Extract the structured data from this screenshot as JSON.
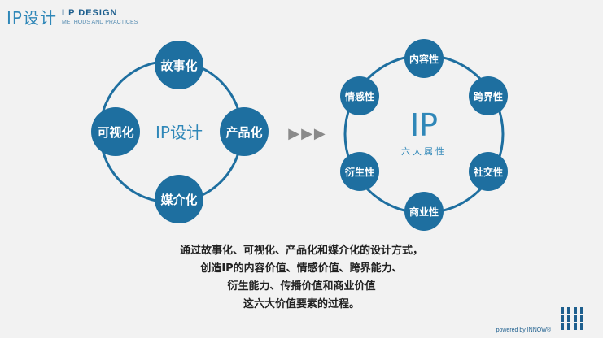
{
  "header": {
    "logo_mark": "IP设计",
    "title": "I P DESIGN",
    "subtitle": "METHODS AND PRACTICES"
  },
  "left_diagram": {
    "center": "IP设计",
    "nodes": [
      "故事化",
      "产品化",
      "媒介化",
      "可视化"
    ]
  },
  "arrows": "▶▶▶",
  "right_diagram": {
    "center_title": "IP",
    "center_sub": "六大属性",
    "nodes": [
      "内容性",
      "跨界性",
      "社交性",
      "商业性",
      "衍生性",
      "情感性"
    ]
  },
  "caption": [
    "通过故事化、可视化、产品化和媒介化的设计方式，",
    "创造IP的内容价值、情感价值、跨界能力、",
    "衍生能力、传播价值和商业价值",
    "这六大价值要素的过程。"
  ],
  "footer": {
    "text": "powered by INNOW®"
  },
  "colors": {
    "node": "#1e6fa0",
    "ring": "#1e6fa0",
    "center_text": "#2f87b8"
  }
}
